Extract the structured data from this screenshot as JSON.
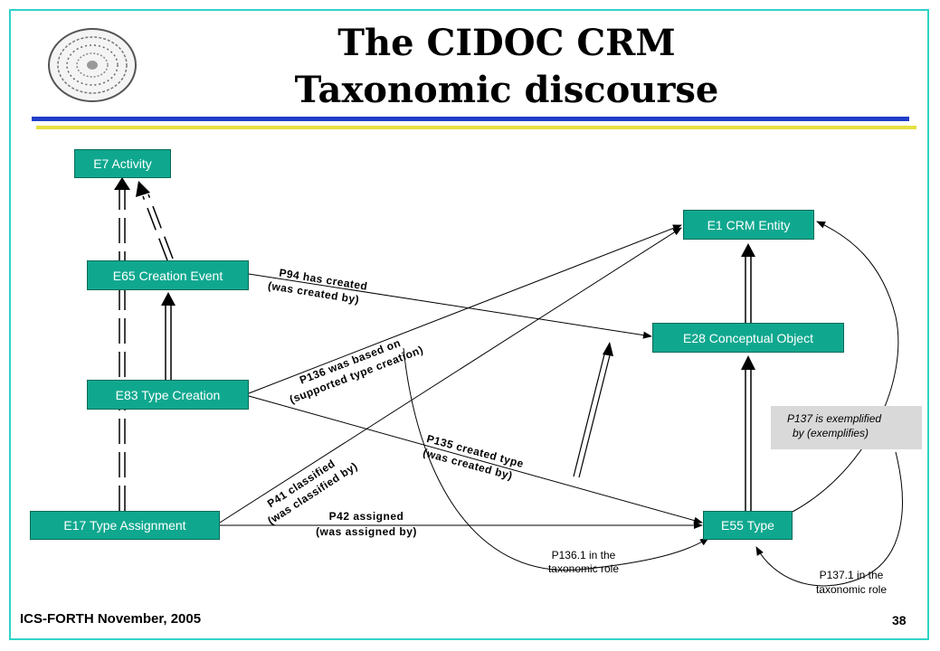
{
  "title_line1": "The CIDOC CRM",
  "title_line2": "Taxonomic discourse",
  "footer": "ICS-FORTH November, 2005",
  "page_number": "38",
  "nodes": {
    "e7": "E7 Activity",
    "e65": "E65 Creation Event",
    "e83": "E83  Type Creation",
    "e17": "E17  Type Assignment",
    "e1": "E1 CRM Entity",
    "e28": "E28 Conceptual Object",
    "e55": "E55 Type"
  },
  "properties": {
    "p94_line1": "P94 has created",
    "p94_line2": "(was created by)",
    "p136_line1": "P136 was based on",
    "p136_line2": "(supported type creation)",
    "p135_line1": "P135 created type",
    "p135_line2": "(was created by)",
    "p41_line1": "P41 classified",
    "p41_line2": "(was classified by)",
    "p42_line1": "P42 assigned",
    "p42_line2": "(was assigned by)",
    "p137_line1": "P137 is exemplified",
    "p137_line2": "by (exemplifies)",
    "p1361_line1": "P136.1 in the",
    "p1361_line2": "taxonomic role",
    "p1371_line1": "P137.1 in the",
    "p1371_line2": "taxonomic role"
  },
  "colors": {
    "node_fill": "#0fa88f",
    "frame": "#2fd3c8",
    "bar_blue": "#1f3ec8",
    "bar_yellow": "#e6e040"
  }
}
